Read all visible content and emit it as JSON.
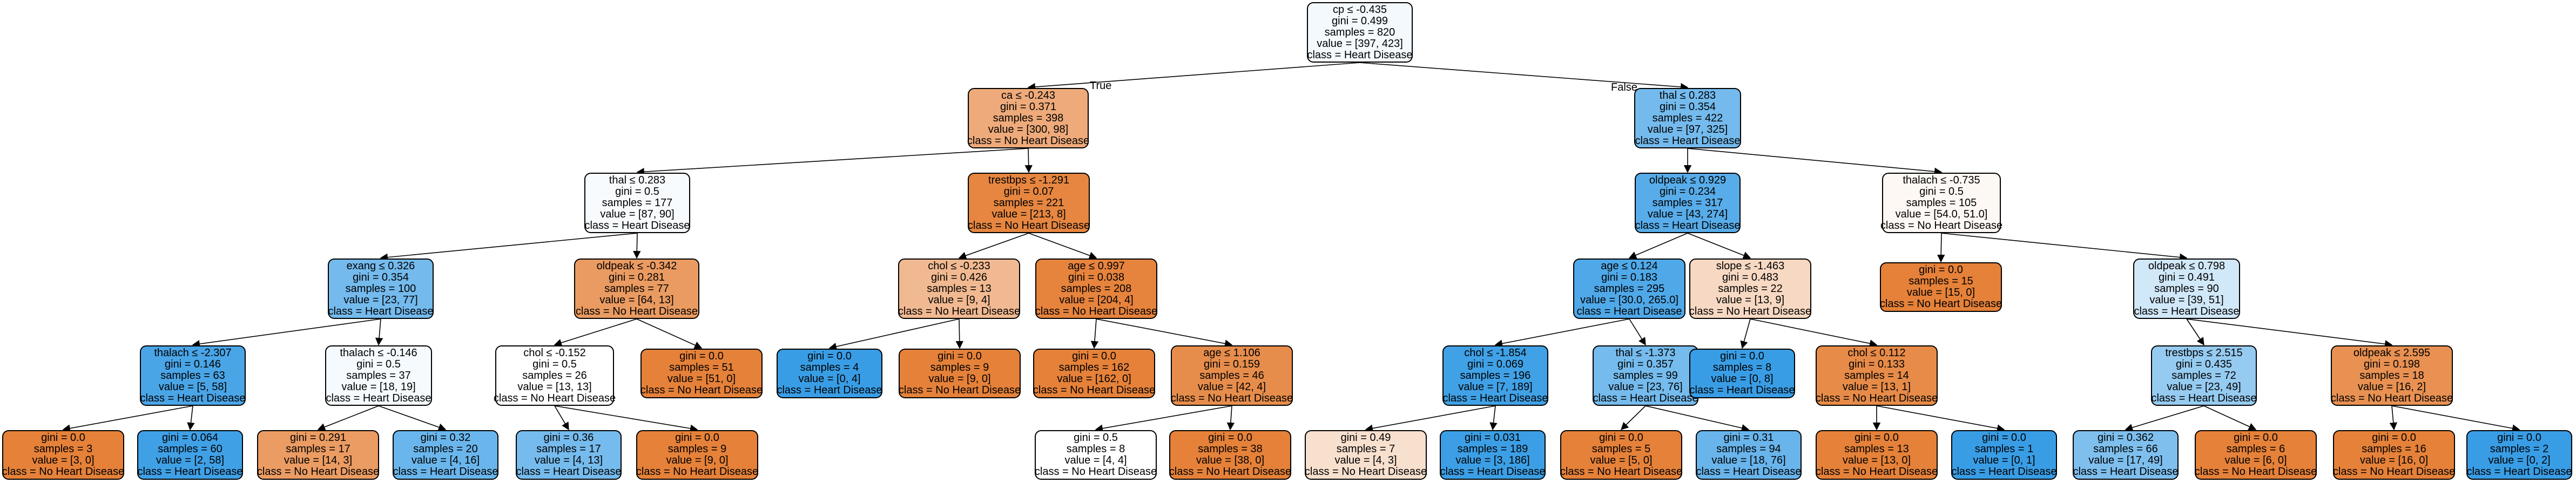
{
  "edge_labels": {
    "true_label": "True",
    "false_label": "False"
  },
  "nodes": [
    {
      "id": "n0",
      "lines": [
        "cp ≤ -0.435",
        "gini = 0.499",
        "samples = 820",
        "value = [397, 423]",
        "class = Heart Disease"
      ],
      "fill": "#f3f9fd"
    },
    {
      "id": "n1",
      "lines": [
        "ca ≤ -0.243",
        "gini = 0.371",
        "samples = 398",
        "value = [300, 98]",
        "class = No Heart Disease"
      ],
      "fill": "#eeaa7a"
    },
    {
      "id": "n2",
      "lines": [
        "thal ≤ 0.283",
        "gini = 0.354",
        "samples = 422",
        "value = [97, 325]",
        "class = Heart Disease"
      ],
      "fill": "#74baed"
    },
    {
      "id": "n3",
      "lines": [
        "thal ≤ 0.283",
        "gini = 0.5",
        "samples = 177",
        "value = [87, 90]",
        "class = Heart Disease"
      ],
      "fill": "#f8fbfe"
    },
    {
      "id": "n4",
      "lines": [
        "trestbps ≤ -1.291",
        "gini = 0.07",
        "samples = 221",
        "value = [213, 8]",
        "class = No Heart Disease"
      ],
      "fill": "#e68640"
    },
    {
      "id": "n5",
      "lines": [
        "oldpeak ≤ 0.929",
        "gini = 0.234",
        "samples = 317",
        "value = [43, 274]",
        "class = Heart Disease"
      ],
      "fill": "#58ace9"
    },
    {
      "id": "n6",
      "lines": [
        "thalach ≤ -0.735",
        "gini = 0.5",
        "samples = 105",
        "value = [54.0, 51.0]",
        "class = No Heart Disease"
      ],
      "fill": "#fef8f4"
    },
    {
      "id": "n7",
      "lines": [
        "exang ≤ 0.326",
        "gini = 0.354",
        "samples = 100",
        "value = [23, 77]",
        "class = Heart Disease"
      ],
      "fill": "#74baed"
    },
    {
      "id": "n8",
      "lines": [
        "oldpeak ≤ -0.342",
        "gini = 0.281",
        "samples = 77",
        "value = [64, 13]",
        "class = No Heart Disease"
      ],
      "fill": "#ea9b61"
    },
    {
      "id": "n9",
      "lines": [
        "chol ≤ -0.233",
        "gini = 0.426",
        "samples = 13",
        "value = [9, 4]",
        "class = No Heart Disease"
      ],
      "fill": "#f1b991"
    },
    {
      "id": "n10",
      "lines": [
        "age ≤ 0.997",
        "gini = 0.038",
        "samples = 208",
        "value = [204, 4]",
        "class = No Heart Disease"
      ],
      "fill": "#e6833d"
    },
    {
      "id": "n11",
      "lines": [
        "age ≤ 0.124",
        "gini = 0.183",
        "samples = 295",
        "value = [30.0, 265.0]",
        "class = Heart Disease"
      ],
      "fill": "#4fa8e8"
    },
    {
      "id": "n12",
      "lines": [
        "slope ≤ -1.463",
        "gini = 0.483",
        "samples = 22",
        "value = [13, 9]",
        "class = No Heart Disease"
      ],
      "fill": "#f7d8c2"
    },
    {
      "id": "n13",
      "lines": [
        "gini = 0.0",
        "samples = 15",
        "value = [15, 0]",
        "class = No Heart Disease"
      ],
      "fill": "#e58139"
    },
    {
      "id": "n14",
      "lines": [
        "oldpeak ≤ 0.798",
        "gini = 0.491",
        "samples = 90",
        "value = [39, 51]",
        "class = Heart Disease"
      ],
      "fill": "#d1e8f9"
    },
    {
      "id": "n15",
      "lines": [
        "thalach ≤ -2.307",
        "gini = 0.146",
        "samples = 63",
        "value = [5, 58]",
        "class = Heart Disease"
      ],
      "fill": "#4aa5e7"
    },
    {
      "id": "n16",
      "lines": [
        "thalach ≤ -0.146",
        "gini = 0.5",
        "samples = 37",
        "value = [18, 19]",
        "class = Heart Disease"
      ],
      "fill": "#f5fafe"
    },
    {
      "id": "n17",
      "lines": [
        "chol ≤ -0.152",
        "gini = 0.5",
        "samples = 26",
        "value = [13, 13]",
        "class = No Heart Disease"
      ],
      "fill": "#ffffff"
    },
    {
      "id": "n18",
      "lines": [
        "gini = 0.0",
        "samples = 51",
        "value = [51, 0]",
        "class = No Heart Disease"
      ],
      "fill": "#e58139"
    },
    {
      "id": "n19",
      "lines": [
        "gini = 0.0",
        "samples = 4",
        "value = [0, 4]",
        "class = Heart Disease"
      ],
      "fill": "#399de5"
    },
    {
      "id": "n20",
      "lines": [
        "gini = 0.0",
        "samples = 9",
        "value = [9, 0]",
        "class = No Heart Disease"
      ],
      "fill": "#e58139"
    },
    {
      "id": "n21",
      "lines": [
        "gini = 0.0",
        "samples = 162",
        "value = [162, 0]",
        "class = No Heart Disease"
      ],
      "fill": "#e58139"
    },
    {
      "id": "n22",
      "lines": [
        "age ≤ 1.106",
        "gini = 0.159",
        "samples = 46",
        "value = [42, 4]",
        "class = No Heart Disease"
      ],
      "fill": "#e78d4c"
    },
    {
      "id": "n23",
      "lines": [
        "chol ≤ -1.854",
        "gini = 0.069",
        "samples = 196",
        "value = [7, 189]",
        "class = Heart Disease"
      ],
      "fill": "#40a1e6"
    },
    {
      "id": "n24",
      "lines": [
        "thal ≤ -1.373",
        "gini = 0.357",
        "samples = 99",
        "value = [23, 76]",
        "class = Heart Disease"
      ],
      "fill": "#75bbed"
    },
    {
      "id": "n25",
      "lines": [
        "gini = 0.0",
        "samples = 8",
        "value = [0, 8]",
        "class = Heart Disease"
      ],
      "fill": "#399de5"
    },
    {
      "id": "n26",
      "lines": [
        "chol ≤ 0.112",
        "gini = 0.133",
        "samples = 14",
        "value = [13, 1]",
        "class = No Heart Disease"
      ],
      "fill": "#e78b48"
    },
    {
      "id": "n27",
      "lines": [
        "trestbps ≤ 2.515",
        "gini = 0.435",
        "samples = 72",
        "value = [23, 49]",
        "class = Heart Disease"
      ],
      "fill": "#96cbf1"
    },
    {
      "id": "n28",
      "lines": [
        "oldpeak ≤ 2.595",
        "gini = 0.198",
        "samples = 18",
        "value = [16, 2]",
        "class = No Heart Disease"
      ],
      "fill": "#e89152"
    },
    {
      "id": "n29",
      "lines": [
        "gini = 0.0",
        "samples = 3",
        "value = [3, 0]",
        "class = No Heart Disease"
      ],
      "fill": "#e58139"
    },
    {
      "id": "n30",
      "lines": [
        "gini = 0.064",
        "samples = 60",
        "value = [2, 58]",
        "class = Heart Disease"
      ],
      "fill": "#40a0e6"
    },
    {
      "id": "n31",
      "lines": [
        "gini = 0.291",
        "samples = 17",
        "value = [14, 3]",
        "class = No Heart Disease"
      ],
      "fill": "#eb9c63"
    },
    {
      "id": "n32",
      "lines": [
        "gini = 0.32",
        "samples = 20",
        "value = [4, 16]",
        "class = Heart Disease"
      ],
      "fill": "#6ab6ec"
    },
    {
      "id": "n33",
      "lines": [
        "gini = 0.36",
        "samples = 17",
        "value = [4, 13]",
        "class = Heart Disease"
      ],
      "fill": "#76bbed"
    },
    {
      "id": "n34",
      "lines": [
        "gini = 0.0",
        "samples = 9",
        "value = [9, 0]",
        "class = No Heart Disease"
      ],
      "fill": "#e58139"
    },
    {
      "id": "n35",
      "lines": [
        "gini = 0.5",
        "samples = 8",
        "value = [4, 4]",
        "class = No Heart Disease"
      ],
      "fill": "#ffffff"
    },
    {
      "id": "n36",
      "lines": [
        "gini = 0.0",
        "samples = 38",
        "value = [38, 0]",
        "class = No Heart Disease"
      ],
      "fill": "#e58139"
    },
    {
      "id": "n37",
      "lines": [
        "gini = 0.49",
        "samples = 7",
        "value = [4, 3]",
        "class = No Heart Disease"
      ],
      "fill": "#f8e0ce"
    },
    {
      "id": "n38",
      "lines": [
        "gini = 0.031",
        "samples = 189",
        "value = [3, 186]",
        "class = Heart Disease"
      ],
      "fill": "#3c9fe5"
    },
    {
      "id": "n39",
      "lines": [
        "gini = 0.0",
        "samples = 5",
        "value = [5, 0]",
        "class = No Heart Disease"
      ],
      "fill": "#e58139"
    },
    {
      "id": "n40",
      "lines": [
        "gini = 0.31",
        "samples = 94",
        "value = [18, 76]",
        "class = Heart Disease"
      ],
      "fill": "#68b4eb"
    },
    {
      "id": "n41",
      "lines": [
        "gini = 0.0",
        "samples = 13",
        "value = [13, 0]",
        "class = No Heart Disease"
      ],
      "fill": "#e58139"
    },
    {
      "id": "n42",
      "lines": [
        "gini = 0.0",
        "samples = 1",
        "value = [0, 1]",
        "class = Heart Disease"
      ],
      "fill": "#399de5"
    },
    {
      "id": "n43",
      "lines": [
        "gini = 0.362",
        "samples = 66",
        "value = [17, 49]",
        "class = Heart Disease"
      ],
      "fill": "#7ebfee"
    },
    {
      "id": "n44",
      "lines": [
        "gini = 0.0",
        "samples = 6",
        "value = [6, 0]",
        "class = No Heart Disease"
      ],
      "fill": "#e58139"
    },
    {
      "id": "n45",
      "lines": [
        "gini = 0.0",
        "samples = 16",
        "value = [16, 0]",
        "class = No Heart Disease"
      ],
      "fill": "#e58139"
    },
    {
      "id": "n46",
      "lines": [
        "gini = 0.0",
        "samples = 2",
        "value = [0, 2]",
        "class = Heart Disease"
      ],
      "fill": "#399de5"
    }
  ],
  "edges": [
    [
      "n0",
      "n1"
    ],
    [
      "n0",
      "n2"
    ],
    [
      "n1",
      "n3"
    ],
    [
      "n1",
      "n4"
    ],
    [
      "n2",
      "n5"
    ],
    [
      "n2",
      "n6"
    ],
    [
      "n3",
      "n7"
    ],
    [
      "n3",
      "n8"
    ],
    [
      "n4",
      "n9"
    ],
    [
      "n4",
      "n10"
    ],
    [
      "n5",
      "n11"
    ],
    [
      "n5",
      "n12"
    ],
    [
      "n6",
      "n13"
    ],
    [
      "n6",
      "n14"
    ],
    [
      "n7",
      "n15"
    ],
    [
      "n7",
      "n16"
    ],
    [
      "n8",
      "n17"
    ],
    [
      "n8",
      "n18"
    ],
    [
      "n9",
      "n19"
    ],
    [
      "n9",
      "n20"
    ],
    [
      "n10",
      "n21"
    ],
    [
      "n10",
      "n22"
    ],
    [
      "n11",
      "n23"
    ],
    [
      "n11",
      "n24"
    ],
    [
      "n12",
      "n25"
    ],
    [
      "n12",
      "n26"
    ],
    [
      "n14",
      "n27"
    ],
    [
      "n14",
      "n28"
    ],
    [
      "n15",
      "n29"
    ],
    [
      "n15",
      "n30"
    ],
    [
      "n16",
      "n31"
    ],
    [
      "n16",
      "n32"
    ],
    [
      "n17",
      "n33"
    ],
    [
      "n17",
      "n34"
    ],
    [
      "n22",
      "n35"
    ],
    [
      "n22",
      "n36"
    ],
    [
      "n23",
      "n37"
    ],
    [
      "n23",
      "n38"
    ],
    [
      "n24",
      "n39"
    ],
    [
      "n24",
      "n40"
    ],
    [
      "n26",
      "n41"
    ],
    [
      "n26",
      "n42"
    ],
    [
      "n27",
      "n43"
    ],
    [
      "n27",
      "n44"
    ],
    [
      "n28",
      "n45"
    ],
    [
      "n28",
      "n46"
    ]
  ]
}
